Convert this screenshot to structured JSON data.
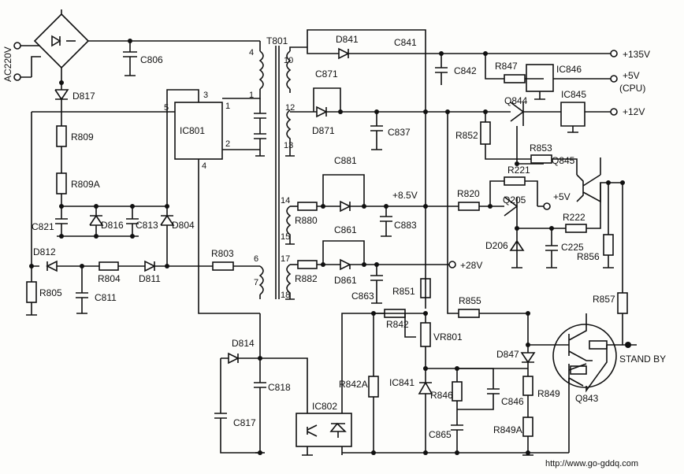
{
  "labels": {
    "ac": "AC220V",
    "c806": "C806",
    "d817": "D817",
    "r809": "R809",
    "r809a": "R809A",
    "c821": "C821",
    "d816": "D816",
    "c813": "C813",
    "d804": "D804",
    "d812": "D812",
    "r805": "R805",
    "r804": "R804",
    "c811": "C811",
    "d811": "D811",
    "r803": "R803",
    "ic801": "IC801",
    "t801": "T801",
    "d841": "D841",
    "c841": "C841",
    "c842": "C842",
    "c871": "C871",
    "d871": "D871",
    "c837": "C837",
    "r847": "R847",
    "ic846": "IC846",
    "q844": "Q844",
    "ic845": "IC845",
    "r852": "R852",
    "r853": "R853",
    "c881": "C881",
    "r880": "R880",
    "c883": "C883",
    "r820": "R820",
    "r221": "R221",
    "q205": "Q205",
    "q845": "Q845",
    "r222": "R222",
    "d206": "D206",
    "c225": "C225",
    "r856": "R856",
    "c861": "C861",
    "r882": "R882",
    "d861": "D861",
    "c863": "C863",
    "r851": "R851",
    "r855": "R855",
    "r857": "R857",
    "r842": "R842",
    "vr801": "VR801",
    "d814": "D814",
    "c818": "C818",
    "r842a": "R842A",
    "ic841": "IC841",
    "r846": "R846",
    "c846": "C846",
    "d847": "D847",
    "r849": "R849",
    "c817": "C817",
    "ic802": "IC802",
    "c865": "C865",
    "r849a": "R849A",
    "q843": "Q843"
  },
  "outputs": {
    "v135": "+135V",
    "v5": "+5V",
    "cpu": "(CPU)",
    "v12": "+12V",
    "v85": "+8.5V",
    "v5b": "+5V",
    "v28": "+28V",
    "standby": "STAND BY"
  },
  "pins": {
    "p4a": "4",
    "p1a": "1",
    "p3": "3",
    "p5": "5",
    "p1b": "1",
    "p2": "2",
    "p4b": "4",
    "p10": "10",
    "p12": "12",
    "p13": "13",
    "p14": "14",
    "p15": "15",
    "p6": "6",
    "p7": "7",
    "p17": "17",
    "p18": "18"
  },
  "footer": {
    "url": "http://www.go-gddq.com"
  }
}
